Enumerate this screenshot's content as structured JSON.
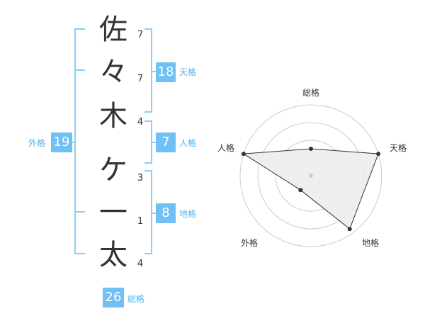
{
  "name": {
    "characters": [
      "佐",
      "々",
      "木",
      "ケ",
      "一",
      "太"
    ],
    "strokes": [
      "7",
      "7",
      "4",
      "3",
      "1",
      "4"
    ]
  },
  "fortunes": {
    "tenkaku": {
      "label": "天格",
      "value": "18"
    },
    "jinkaku": {
      "label": "人格",
      "value": "7"
    },
    "chikaku": {
      "label": "地格",
      "value": "8"
    },
    "gaikaku": {
      "label": "外格",
      "value": "19"
    },
    "soukaku": {
      "label": "総格",
      "value": "26"
    }
  },
  "chart_data": {
    "type": "radar",
    "axes": [
      "総格",
      "天格",
      "地格",
      "外格",
      "人格"
    ],
    "values": [
      0.38,
      1.0,
      0.93,
      0.25,
      1.0
    ],
    "grid_levels": 4,
    "grid": true
  },
  "colors": {
    "accent": "#71c0f3",
    "accent_text": "#52b3ef",
    "bracket": "#8ccdf6",
    "radar_fill": "#ececec",
    "radar_stroke": "#333333",
    "grid": "#cccccc"
  }
}
